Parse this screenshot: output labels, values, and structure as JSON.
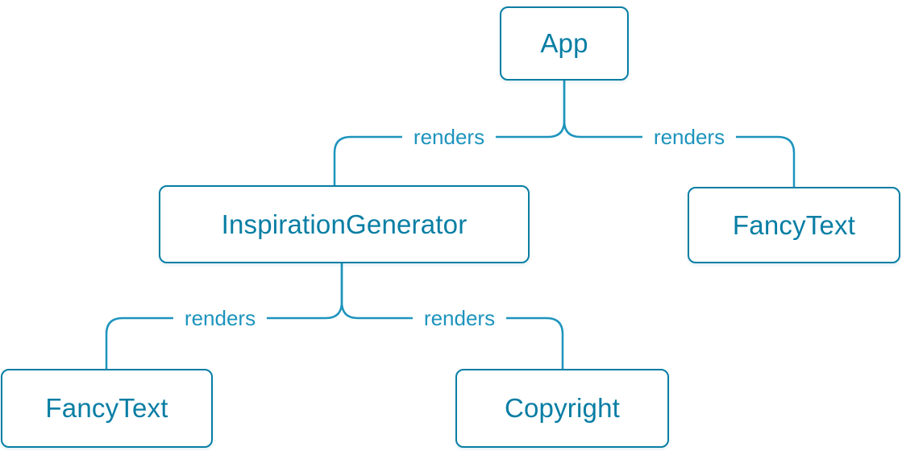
{
  "diagram": {
    "type": "component-render-tree",
    "colors": {
      "node": "#087ea4",
      "line": "#1d94bd",
      "background": "#ffffff"
    },
    "nodes": [
      {
        "id": "app",
        "label": "App"
      },
      {
        "id": "inspiration-generator",
        "label": "InspirationGenerator"
      },
      {
        "id": "fancy-text-top",
        "label": "FancyText"
      },
      {
        "id": "fancy-text-bottom",
        "label": "FancyText"
      },
      {
        "id": "copyright",
        "label": "Copyright"
      }
    ],
    "edges": [
      {
        "from": "App",
        "to": "InspirationGenerator",
        "label": "renders"
      },
      {
        "from": "App",
        "to": "FancyText",
        "label": "renders"
      },
      {
        "from": "InspirationGenerator",
        "to": "FancyText",
        "label": "renders"
      },
      {
        "from": "InspirationGenerator",
        "to": "Copyright",
        "label": "renders"
      }
    ]
  }
}
